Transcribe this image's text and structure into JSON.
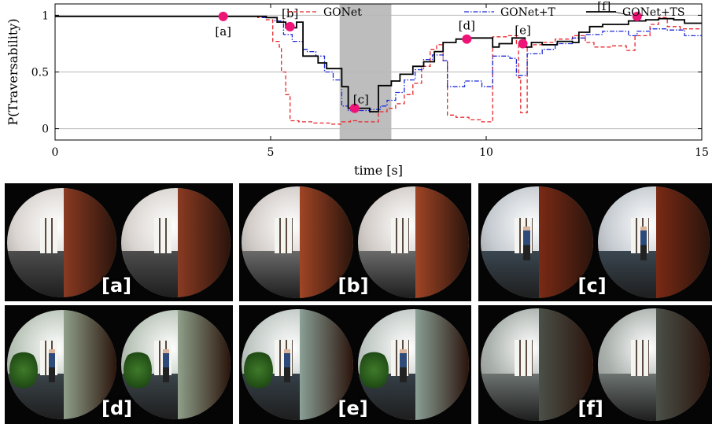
{
  "chart_data": {
    "type": "line",
    "xlabel": "time [s]",
    "ylabel": "P(Traversability)",
    "xlim": [
      0,
      15
    ],
    "ylim": [
      -0.1,
      1.1
    ],
    "x_ticks": [
      0,
      5,
      10,
      15
    ],
    "y_ticks": [
      0,
      0.5,
      1
    ],
    "x_tick_labels": [
      "0",
      "5",
      "10",
      "15"
    ],
    "y_tick_labels": [
      "0",
      "0.5",
      "1"
    ],
    "grid": "horizontal",
    "legend_position": "top",
    "shaded_interval": [
      6.6,
      7.8
    ],
    "series": [
      {
        "name": "GONet",
        "style": "dashed",
        "color": "#e8272a",
        "points": [
          [
            0,
            0.99
          ],
          [
            4.7,
            0.99
          ],
          [
            4.7,
            0.98
          ],
          [
            4.9,
            0.98
          ],
          [
            4.9,
            0.96
          ],
          [
            5.05,
            0.96
          ],
          [
            5.05,
            0.77
          ],
          [
            5.2,
            0.77
          ],
          [
            5.2,
            0.72
          ],
          [
            5.25,
            0.72
          ],
          [
            5.25,
            0.5
          ],
          [
            5.35,
            0.5
          ],
          [
            5.35,
            0.3
          ],
          [
            5.45,
            0.3
          ],
          [
            5.45,
            0.07
          ],
          [
            5.65,
            0.07
          ],
          [
            5.65,
            0.06
          ],
          [
            6.0,
            0.06
          ],
          [
            6.0,
            0.05
          ],
          [
            6.4,
            0.05
          ],
          [
            6.4,
            0.04
          ],
          [
            6.65,
            0.04
          ],
          [
            6.65,
            0.06
          ],
          [
            6.85,
            0.06
          ],
          [
            6.85,
            0.07
          ],
          [
            7.0,
            0.07
          ],
          [
            7.0,
            0.06
          ],
          [
            7.5,
            0.06
          ],
          [
            7.5,
            0.15
          ],
          [
            7.7,
            0.15
          ],
          [
            7.7,
            0.18
          ],
          [
            7.9,
            0.18
          ],
          [
            7.9,
            0.22
          ],
          [
            8.1,
            0.22
          ],
          [
            8.1,
            0.3
          ],
          [
            8.3,
            0.3
          ],
          [
            8.3,
            0.4
          ],
          [
            8.5,
            0.4
          ],
          [
            8.5,
            0.55
          ],
          [
            8.7,
            0.55
          ],
          [
            8.7,
            0.7
          ],
          [
            8.85,
            0.7
          ],
          [
            8.85,
            0.74
          ],
          [
            9.0,
            0.74
          ],
          [
            9.0,
            0.6
          ],
          [
            9.1,
            0.6
          ],
          [
            9.1,
            0.12
          ],
          [
            9.3,
            0.12
          ],
          [
            9.3,
            0.1
          ],
          [
            9.6,
            0.1
          ],
          [
            9.6,
            0.08
          ],
          [
            9.9,
            0.08
          ],
          [
            9.9,
            0.06
          ],
          [
            10.15,
            0.06
          ],
          [
            10.15,
            0.81
          ],
          [
            10.5,
            0.81
          ],
          [
            10.5,
            0.82
          ],
          [
            10.7,
            0.82
          ],
          [
            10.7,
            0.75
          ],
          [
            10.75,
            0.75
          ],
          [
            10.75,
            0.45
          ],
          [
            10.8,
            0.45
          ],
          [
            10.8,
            0.14
          ],
          [
            10.95,
            0.14
          ],
          [
            10.95,
            0.72
          ],
          [
            11.1,
            0.72
          ],
          [
            11.1,
            0.74
          ],
          [
            11.3,
            0.74
          ],
          [
            11.3,
            0.76
          ],
          [
            11.6,
            0.76
          ],
          [
            11.6,
            0.79
          ],
          [
            12.0,
            0.79
          ],
          [
            12.0,
            0.82
          ],
          [
            12.3,
            0.82
          ],
          [
            12.3,
            0.76
          ],
          [
            12.5,
            0.76
          ],
          [
            12.5,
            0.72
          ],
          [
            12.9,
            0.72
          ],
          [
            12.9,
            0.73
          ],
          [
            13.25,
            0.73
          ],
          [
            13.25,
            0.69
          ],
          [
            13.45,
            0.69
          ],
          [
            13.45,
            0.82
          ],
          [
            13.8,
            0.82
          ],
          [
            13.8,
            0.92
          ],
          [
            14.0,
            0.92
          ],
          [
            14.0,
            0.98
          ],
          [
            14.2,
            0.98
          ],
          [
            14.2,
            0.9
          ],
          [
            14.5,
            0.9
          ],
          [
            14.5,
            0.88
          ],
          [
            15.0,
            0.88
          ]
        ]
      },
      {
        "name": "GONet+T",
        "style": "dashdot",
        "color": "#1f2bd6",
        "points": [
          [
            0,
            0.99
          ],
          [
            4.8,
            0.99
          ],
          [
            4.8,
            0.98
          ],
          [
            5.1,
            0.98
          ],
          [
            5.1,
            0.95
          ],
          [
            5.3,
            0.95
          ],
          [
            5.3,
            0.83
          ],
          [
            5.5,
            0.83
          ],
          [
            5.5,
            0.77
          ],
          [
            5.75,
            0.77
          ],
          [
            5.75,
            0.7
          ],
          [
            5.85,
            0.7
          ],
          [
            5.85,
            0.68
          ],
          [
            6.05,
            0.68
          ],
          [
            6.05,
            0.64
          ],
          [
            6.25,
            0.64
          ],
          [
            6.25,
            0.5
          ],
          [
            6.45,
            0.5
          ],
          [
            6.45,
            0.43
          ],
          [
            6.65,
            0.43
          ],
          [
            6.65,
            0.2
          ],
          [
            6.8,
            0.2
          ],
          [
            6.8,
            0.16
          ],
          [
            7.3,
            0.16
          ],
          [
            7.3,
            0.17
          ],
          [
            7.55,
            0.17
          ],
          [
            7.55,
            0.2
          ],
          [
            7.7,
            0.2
          ],
          [
            7.7,
            0.25
          ],
          [
            7.9,
            0.25
          ],
          [
            7.9,
            0.32
          ],
          [
            8.1,
            0.32
          ],
          [
            8.1,
            0.43
          ],
          [
            8.35,
            0.43
          ],
          [
            8.35,
            0.52
          ],
          [
            8.55,
            0.52
          ],
          [
            8.55,
            0.61
          ],
          [
            8.75,
            0.61
          ],
          [
            8.75,
            0.65
          ],
          [
            9.0,
            0.65
          ],
          [
            9.0,
            0.6
          ],
          [
            9.1,
            0.6
          ],
          [
            9.1,
            0.37
          ],
          [
            9.5,
            0.37
          ],
          [
            9.5,
            0.42
          ],
          [
            9.9,
            0.42
          ],
          [
            9.9,
            0.37
          ],
          [
            10.15,
            0.37
          ],
          [
            10.15,
            0.64
          ],
          [
            10.55,
            0.64
          ],
          [
            10.55,
            0.62
          ],
          [
            10.7,
            0.62
          ],
          [
            10.7,
            0.47
          ],
          [
            10.95,
            0.47
          ],
          [
            10.95,
            0.66
          ],
          [
            11.3,
            0.66
          ],
          [
            11.3,
            0.7
          ],
          [
            11.6,
            0.7
          ],
          [
            11.6,
            0.75
          ],
          [
            12.0,
            0.75
          ],
          [
            12.0,
            0.8
          ],
          [
            12.3,
            0.8
          ],
          [
            12.3,
            0.83
          ],
          [
            12.7,
            0.83
          ],
          [
            12.7,
            0.86
          ],
          [
            13.3,
            0.86
          ],
          [
            13.3,
            0.82
          ],
          [
            13.5,
            0.82
          ],
          [
            13.5,
            0.86
          ],
          [
            13.8,
            0.86
          ],
          [
            13.8,
            0.88
          ],
          [
            14.2,
            0.88
          ],
          [
            14.2,
            0.87
          ],
          [
            14.6,
            0.87
          ],
          [
            14.6,
            0.82
          ],
          [
            15.0,
            0.82
          ]
        ]
      },
      {
        "name": "GONet+TS",
        "style": "solid",
        "color": "#000000",
        "points": [
          [
            0,
            0.99
          ],
          [
            4.9,
            0.99
          ],
          [
            4.9,
            0.98
          ],
          [
            5.15,
            0.98
          ],
          [
            5.15,
            0.94
          ],
          [
            5.35,
            0.94
          ],
          [
            5.35,
            0.89
          ],
          [
            5.6,
            0.89
          ],
          [
            5.6,
            0.94
          ],
          [
            5.75,
            0.94
          ],
          [
            5.75,
            0.64
          ],
          [
            6.1,
            0.64
          ],
          [
            6.1,
            0.58
          ],
          [
            6.3,
            0.58
          ],
          [
            6.3,
            0.53
          ],
          [
            6.65,
            0.53
          ],
          [
            6.65,
            0.37
          ],
          [
            6.8,
            0.37
          ],
          [
            6.8,
            0.18
          ],
          [
            7.3,
            0.18
          ],
          [
            7.3,
            0.15
          ],
          [
            7.5,
            0.15
          ],
          [
            7.5,
            0.38
          ],
          [
            7.8,
            0.38
          ],
          [
            7.8,
            0.42
          ],
          [
            8.0,
            0.42
          ],
          [
            8.0,
            0.48
          ],
          [
            8.3,
            0.48
          ],
          [
            8.3,
            0.55
          ],
          [
            8.55,
            0.55
          ],
          [
            8.55,
            0.59
          ],
          [
            8.8,
            0.59
          ],
          [
            8.8,
            0.68
          ],
          [
            9.0,
            0.68
          ],
          [
            9.0,
            0.76
          ],
          [
            9.3,
            0.76
          ],
          [
            9.3,
            0.79
          ],
          [
            9.6,
            0.79
          ],
          [
            9.6,
            0.8
          ],
          [
            10.15,
            0.8
          ],
          [
            10.15,
            0.72
          ],
          [
            10.3,
            0.72
          ],
          [
            10.3,
            0.75
          ],
          [
            10.6,
            0.75
          ],
          [
            10.6,
            0.8
          ],
          [
            10.9,
            0.8
          ],
          [
            10.9,
            0.72
          ],
          [
            11.05,
            0.72
          ],
          [
            11.05,
            0.76
          ],
          [
            11.3,
            0.76
          ],
          [
            11.3,
            0.74
          ],
          [
            11.65,
            0.74
          ],
          [
            11.65,
            0.77
          ],
          [
            12.0,
            0.77
          ],
          [
            12.0,
            0.76
          ],
          [
            12.15,
            0.76
          ],
          [
            12.15,
            0.85
          ],
          [
            12.4,
            0.85
          ],
          [
            12.4,
            0.9
          ],
          [
            12.7,
            0.9
          ],
          [
            12.7,
            0.92
          ],
          [
            13.3,
            0.92
          ],
          [
            13.3,
            0.95
          ],
          [
            13.7,
            0.95
          ],
          [
            13.7,
            0.96
          ],
          [
            14.0,
            0.96
          ],
          [
            14.0,
            0.97
          ],
          [
            14.35,
            0.97
          ],
          [
            14.35,
            0.96
          ],
          [
            14.6,
            0.96
          ],
          [
            14.6,
            0.93
          ],
          [
            15.0,
            0.93
          ]
        ]
      }
    ],
    "markers": [
      {
        "label": "[a]",
        "x": 3.9,
        "y": 0.99
      },
      {
        "label": "[b]",
        "x": 5.45,
        "y": 0.9
      },
      {
        "label": "[c]",
        "x": 6.95,
        "y": 0.18
      },
      {
        "label": "[d]",
        "x": 9.55,
        "y": 0.79
      },
      {
        "label": "[e]",
        "x": 10.85,
        "y": 0.75
      },
      {
        "label": "[f]",
        "x": 13.5,
        "y": 0.99
      }
    ],
    "marker_color": "#ee1477"
  },
  "panels": [
    {
      "label": "[a]",
      "wall_color": "#8a3a22",
      "floor_color": "#4d4d4d",
      "ambient": "#d9d4d0",
      "person": false,
      "plant": false
    },
    {
      "label": "[b]",
      "wall_color": "#a04525",
      "floor_color": "#6a6a6a",
      "ambient": "#d2ccc8",
      "person": false,
      "plant": false
    },
    {
      "label": "[c]",
      "wall_color": "#7a2a15",
      "floor_color": "#3a4650",
      "ambient": "#c4cad0",
      "person": true,
      "plant": false
    },
    {
      "label": "[d]",
      "wall_color": "#8fa08a",
      "floor_color": "#3b454a",
      "ambient": "#b9c4b8",
      "person": true,
      "plant": true
    },
    {
      "label": "[e]",
      "wall_color": "#8aa096",
      "floor_color": "#354048",
      "ambient": "#c0c8c4",
      "person": true,
      "plant": true
    },
    {
      "label": "[f]",
      "wall_color": "#4a5048",
      "floor_color": "#6c7370",
      "ambient": "#a9b0ac",
      "person": false,
      "plant": false
    }
  ]
}
